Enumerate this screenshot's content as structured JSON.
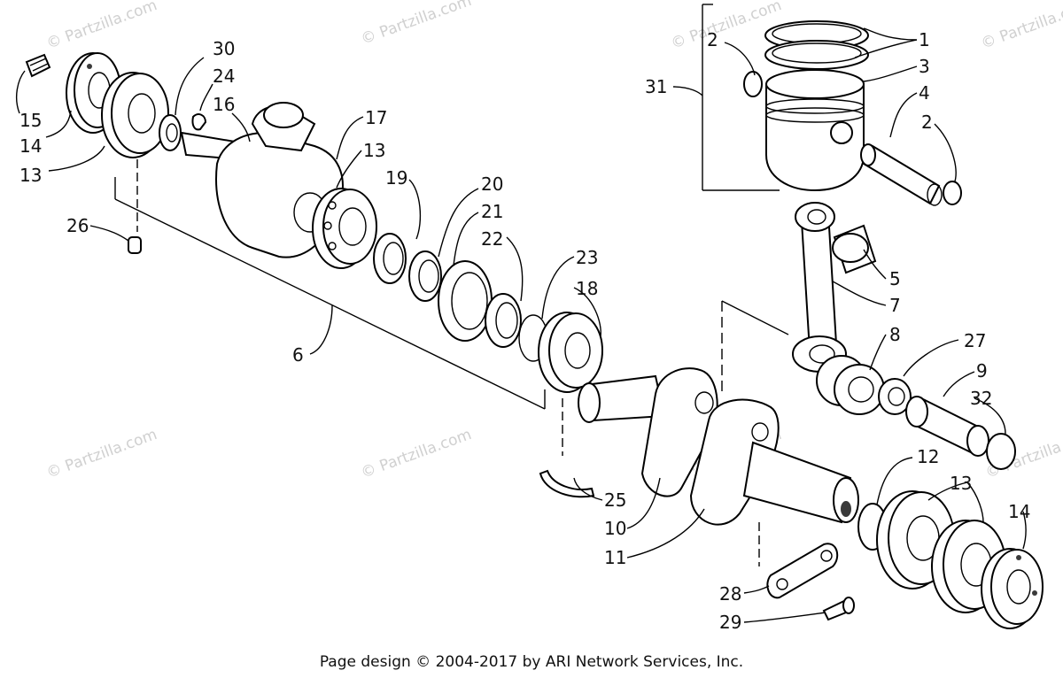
{
  "footer": "Page design © 2004-2017 by ARI Network Services, Inc.",
  "watermark": "© Partzilla.com",
  "callouts": [
    "1",
    "2",
    "3",
    "4",
    "2",
    "31",
    "30",
    "24",
    "16",
    "15",
    "14",
    "13",
    "17",
    "13",
    "19",
    "20",
    "21",
    "22",
    "23",
    "18",
    "26",
    "6",
    "5",
    "7",
    "8",
    "27",
    "9",
    "32",
    "12",
    "13",
    "14",
    "25",
    "10",
    "11",
    "28",
    "29"
  ]
}
